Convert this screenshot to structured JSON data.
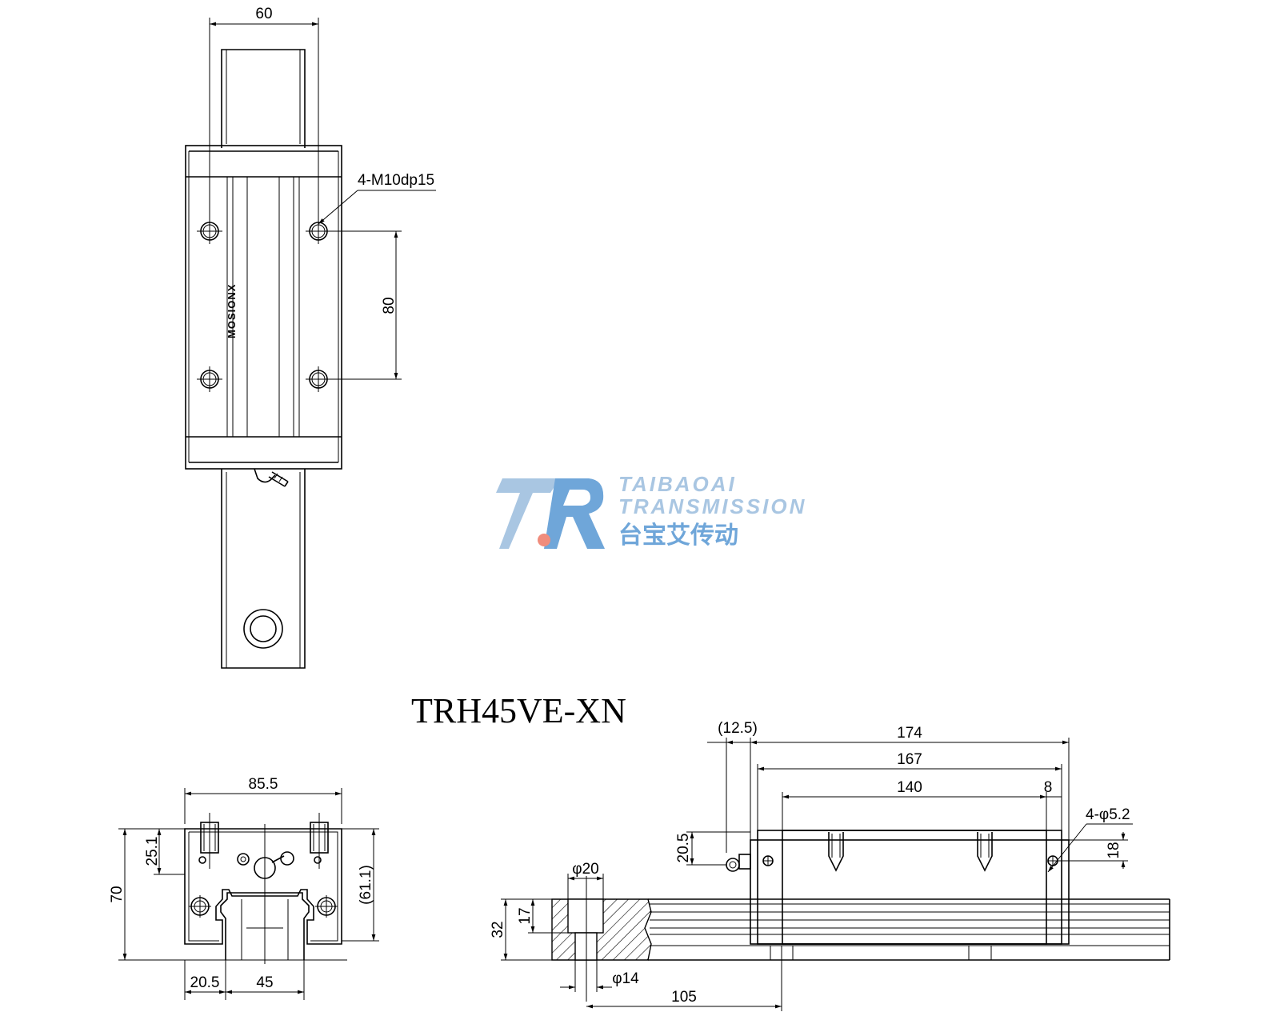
{
  "model": "TRH45VE-XN",
  "watermark": {
    "line1": "TAIBAOAI",
    "line2": "TRANSMISSION",
    "line3": "台宝艾传动",
    "colors": {
      "primary": "#6fa6d9",
      "light": "#a9c6e2",
      "dot": "#f08c7c"
    }
  },
  "top_view": {
    "width_dim": "60",
    "hole_note": "4-M10dp15",
    "hole_pitch_dim": "80",
    "brand_mark": "MOSIONX"
  },
  "front_view": {
    "width_dim": "85.5",
    "height_dim": "70",
    "bolt_height_dim": "25.1",
    "body_height_dim": "(61.1)",
    "offset_dim": "20.5",
    "rail_width_dim": "45"
  },
  "side_view": {
    "nipple_dim": "(12.5)",
    "total_length_dim": "174",
    "body_length_dim": "167",
    "steel_length_dim": "140",
    "endcap_dim": "8",
    "screw_note": "4-φ5.2",
    "screw_height_dim": "18",
    "nipple_height_dim": "20.5",
    "cbore_dim": "φ20",
    "rail_height_dim": "32",
    "cbore_depth_dim": "17",
    "hole_dim": "φ14",
    "pitch_dim": "105"
  }
}
